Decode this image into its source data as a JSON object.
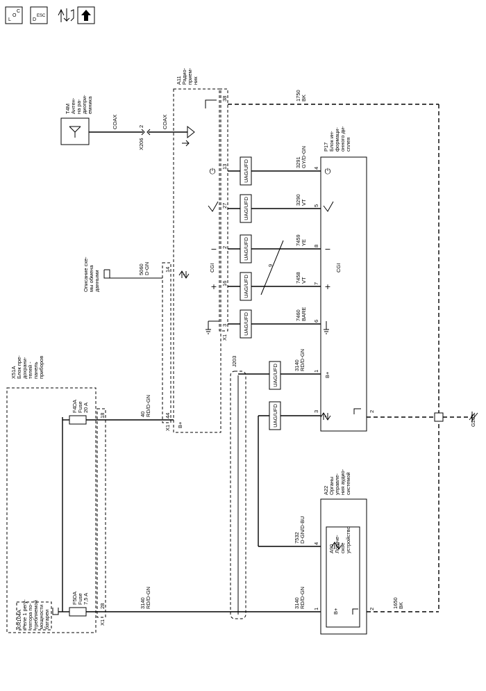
{
  "toolbar": {
    "buttons": [
      {
        "name": "loc-button",
        "label_a": "L",
        "label_b": "O",
        "label_c": "C"
      },
      {
        "name": "desc-button",
        "label_a": "D",
        "label_b": "ESC",
        "label_c": ""
      }
    ]
  },
  "components": {
    "x51a": {
      "id": "X51A",
      "desc": [
        "Блок пре-",
        "дохрани-",
        "телей -",
        "панель",
        "приборов"
      ]
    },
    "kr104a": {
      "id": "KR104A",
      "desc": [
        "Реле 1 регу-",
        "лятора по-",
        "требляемой",
        "мощности",
        "батареи"
      ]
    },
    "f5da": {
      "id": "F5DA",
      "type": "Fuse",
      "rating": "7,5 A"
    },
    "f4da": {
      "id": "F4DA",
      "type": "Fuse",
      "rating": "20 A"
    },
    "a11": {
      "id": "A11",
      "desc": [
        "Радио-",
        "прием-",
        "ник"
      ]
    },
    "t4m": {
      "id": "T4M",
      "desc": [
        "Антен-",
        "на ра-",
        "диопри-",
        "емника"
      ]
    },
    "p17": {
      "id": "P17",
      "desc": [
        "Блок ин-",
        "формаци-",
        "онного ди-",
        "сплея"
      ]
    },
    "a22": {
      "id": "A22",
      "desc": [
        "Органы",
        "управле-",
        "ния аудио-",
        "системой"
      ]
    },
    "a90": {
      "id": "A90",
      "desc": [
        "Логиче-",
        "ское",
        "устройство"
      ]
    },
    "comm": {
      "desc": [
        "Описание схе-",
        "мы обмена",
        "данными"
      ]
    }
  },
  "labels": {
    "x1": "X1",
    "x206": "X206",
    "j203": "J203",
    "g203": "G203",
    "coax": "COAX",
    "cgi": "CGI",
    "bplus": "B+",
    "uag": "UAG/UFD",
    "pin_x206": "2",
    "twist": "9"
  },
  "x51a_pins": {
    "left": "28",
    "right": "18"
  },
  "a11_pins": [
    "38",
    "13",
    "27",
    "2",
    "16",
    "3",
    "14",
    "44"
  ],
  "p17_pins": [
    "4",
    "5",
    "8",
    "7",
    "6",
    "1",
    "3",
    "2"
  ],
  "a22_pins": [
    "1",
    "4",
    "2"
  ],
  "wires": {
    "w1750": {
      "num": "1750",
      "color": "BK"
    },
    "w3291": {
      "num": "3291",
      "color": "GY/D-GN"
    },
    "w3290": {
      "num": "3290",
      "color": "VT"
    },
    "w7459": {
      "num": "7459",
      "color": "YE"
    },
    "w7458": {
      "num": "7458",
      "color": "VT"
    },
    "w7460": {
      "num": "7460",
      "color": "BARE"
    },
    "w5060": {
      "num": "5060",
      "color": "D-GN"
    },
    "w40": {
      "num": "40",
      "color": "RD/D-GN"
    },
    "w3140a": {
      "num": "3140",
      "color": "RD/D-GN"
    },
    "w3140b": {
      "num": "3140",
      "color": "RD/D-GN"
    },
    "w3140c": {
      "num": "3140",
      "color": "RD/D-GN"
    },
    "w7532": {
      "num": "7532",
      "color": "D-GN/D-BU"
    },
    "w1650": {
      "num": "1650",
      "color": "BK"
    }
  }
}
